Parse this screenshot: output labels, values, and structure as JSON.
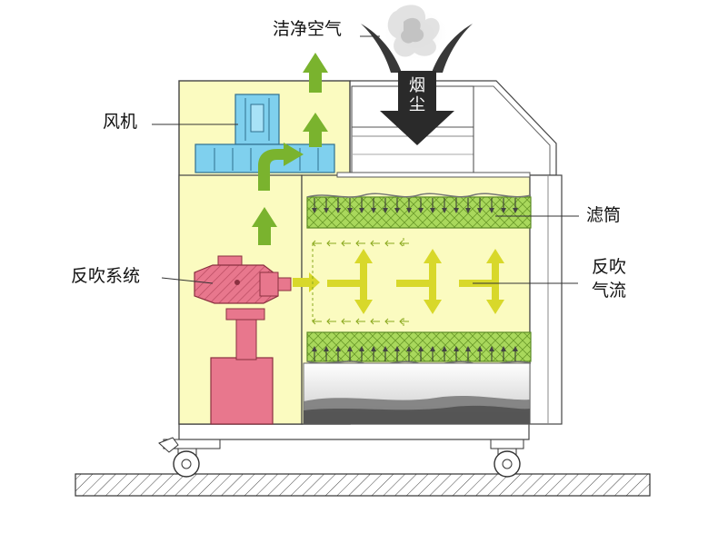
{
  "labels": {
    "clean_air": "洁净空气",
    "fan": "风机",
    "smoke_dust": "烟尘",
    "filter_cartridge": "滤筒",
    "backflush_system": "反吹系统",
    "backflush_airflow_line1": "反吹",
    "backflush_airflow_line2": "气流"
  },
  "colors": {
    "housing_fill": "#fbfbc0",
    "fan_blue": "#7fd0ee",
    "airflow_green": "#7ab32e",
    "backflush_yellow": "#d8d82a",
    "backflush_system_red": "#e8778d",
    "filter_green": "#a9d85c",
    "smoke_arrow": "#2a2a2a"
  }
}
